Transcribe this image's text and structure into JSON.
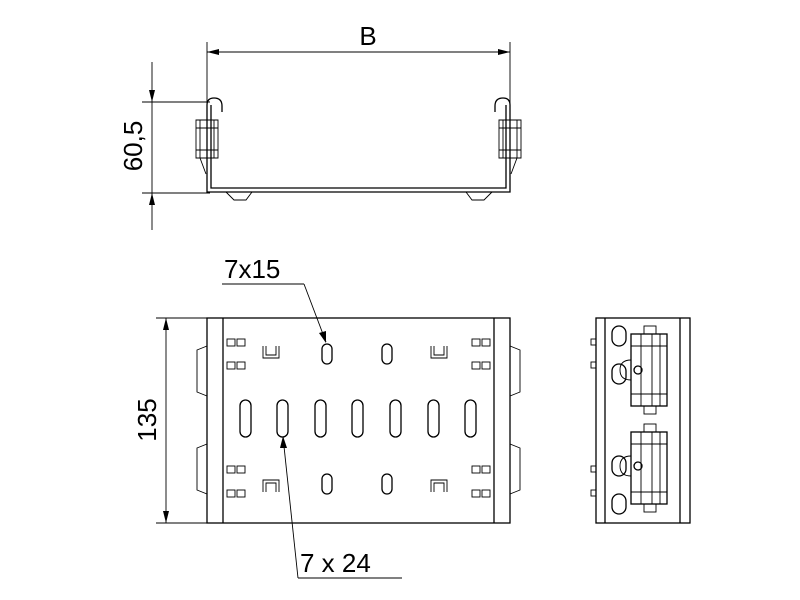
{
  "dimensions": {
    "width_label": "B",
    "height_label": "60,5",
    "length_label": "135",
    "slot_small_label": "7x15",
    "slot_large_label": "7 x 24"
  }
}
